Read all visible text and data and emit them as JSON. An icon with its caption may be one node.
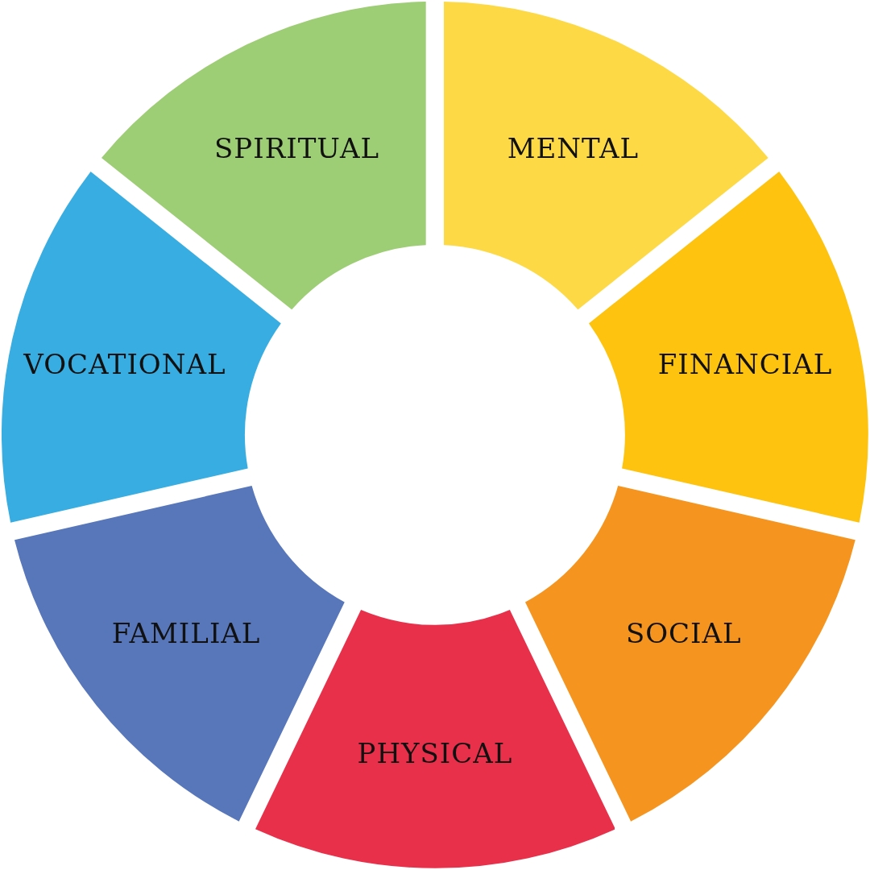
{
  "diagram": {
    "nodes": [
      {
        "text": [
          "SPIRITUAL"
        ]
      },
      {
        "text": [
          "MENTAL"
        ]
      },
      {
        "text": [
          "VOCATIONAL"
        ]
      },
      {
        "text": [
          "FINANCIAL"
        ]
      },
      {
        "text": [
          "FAMILIAL"
        ]
      },
      {
        "text": [
          "SOCIAL"
        ]
      },
      {
        "text": [
          "PHYSICAL"
        ]
      }
    ]
  }
}
